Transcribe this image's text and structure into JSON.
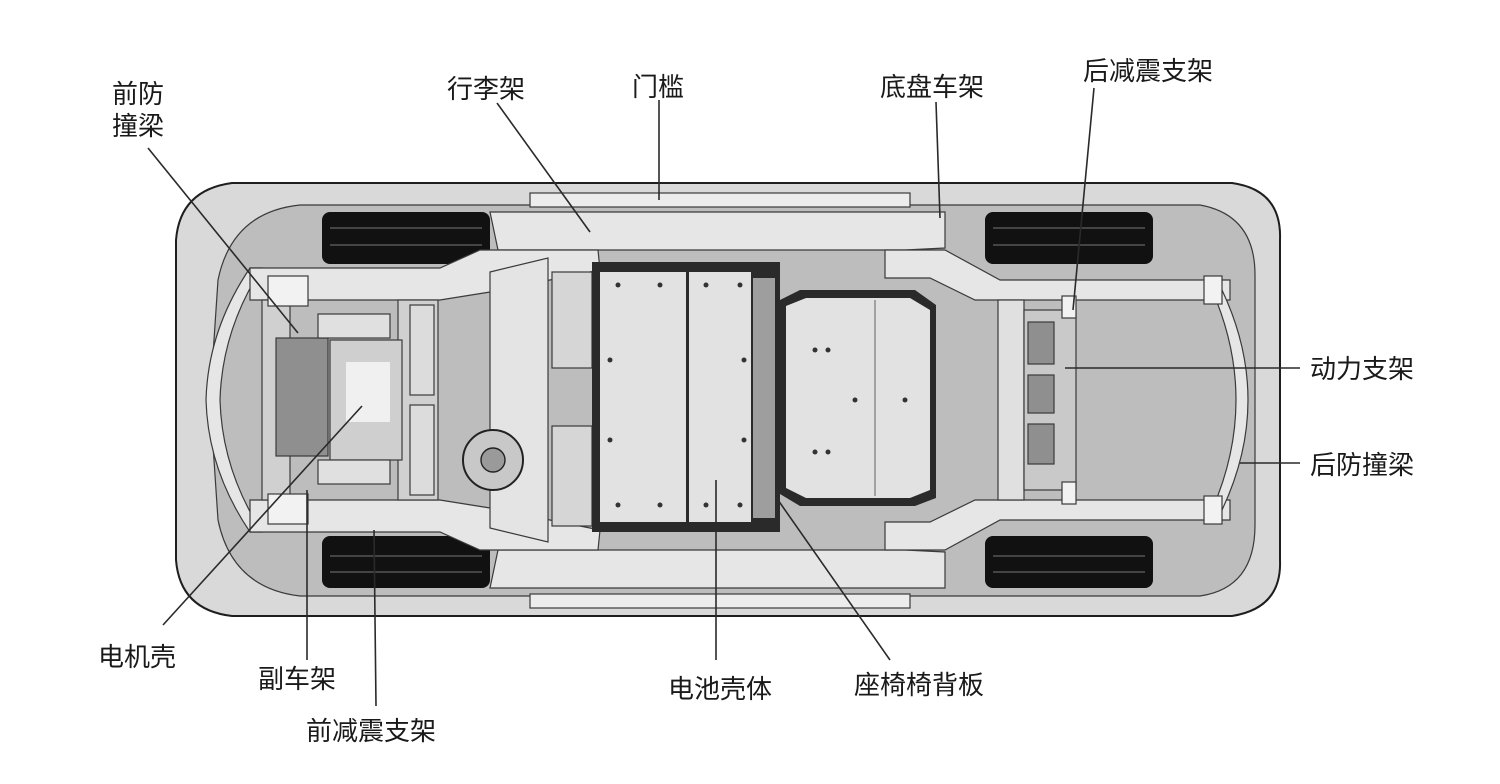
{
  "diagram": {
    "labels": {
      "front_bumper_beam": [
        "前防",
        "撞梁"
      ],
      "luggage_rack": "行李架",
      "door_sill": "门槛",
      "chassis_frame": "底盘车架",
      "rear_shock_bracket": "后减震支架",
      "power_bracket": "动力支架",
      "rear_bumper_beam": "后防撞梁",
      "motor_housing": "电机壳",
      "subframe": "副车架",
      "front_shock_bracket": "前减震支架",
      "battery_housing": "电池壳体",
      "seat_back_panel": "座椅椅背板"
    },
    "colors": {
      "body_fill": "#d9d9d9",
      "chassis_fill": "#bdbdbd",
      "frame_fill": "#e6e6e6",
      "tire_fill": "#111111",
      "plate_fill": "#e2e2e2",
      "line": "#222222"
    }
  }
}
